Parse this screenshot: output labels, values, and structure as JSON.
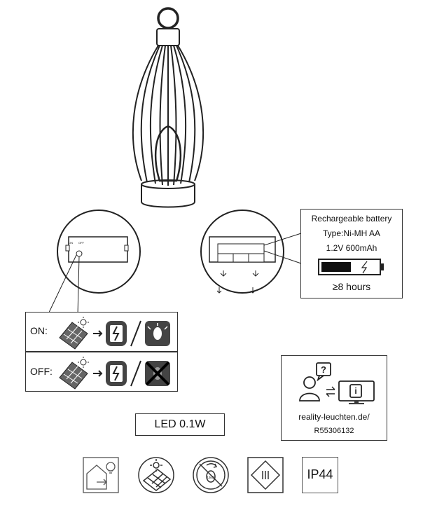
{
  "battery_box": {
    "title": "Rechargeable battery",
    "type": "Type:Ni-MH AA",
    "spec": "1.2V 600mAh",
    "runtime": "≥8 hours"
  },
  "switch_labels": {
    "on": "ON",
    "off": "OFF"
  },
  "modes": {
    "on_label": "ON:",
    "off_label": "OFF:"
  },
  "led_label": "LED 0.1W",
  "info": {
    "url": "reality-leuchten.de/",
    "code": "R55306132"
  },
  "rating": "IP44",
  "icons": [
    "lamp-product-icon",
    "solar-panel-icon",
    "sun-icon",
    "battery-charging-icon",
    "lit-led-icon",
    "unlit-led-icon",
    "person-question-icon",
    "info-monitor-icon",
    "indoor-outdoor-icon",
    "no-led-replace-icon",
    "class-iii-icon"
  ]
}
